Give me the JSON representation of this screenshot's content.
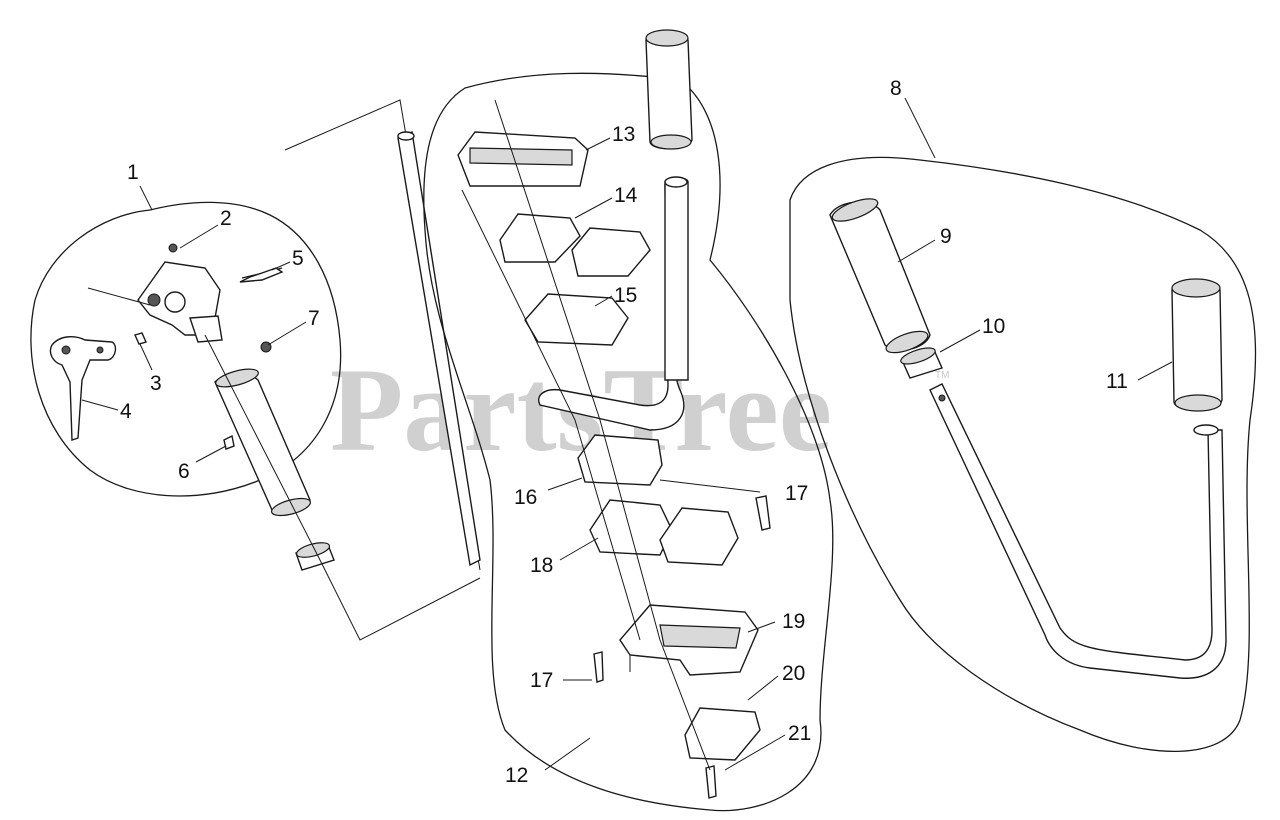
{
  "watermark": {
    "text": "PartsTree",
    "mark": "TM"
  },
  "callouts": [
    "1",
    "2",
    "3",
    "4",
    "5",
    "6",
    "7",
    "8",
    "9",
    "10",
    "11",
    "12",
    "13",
    "14",
    "15",
    "16",
    "17",
    "17",
    "18",
    "19",
    "20",
    "21"
  ]
}
